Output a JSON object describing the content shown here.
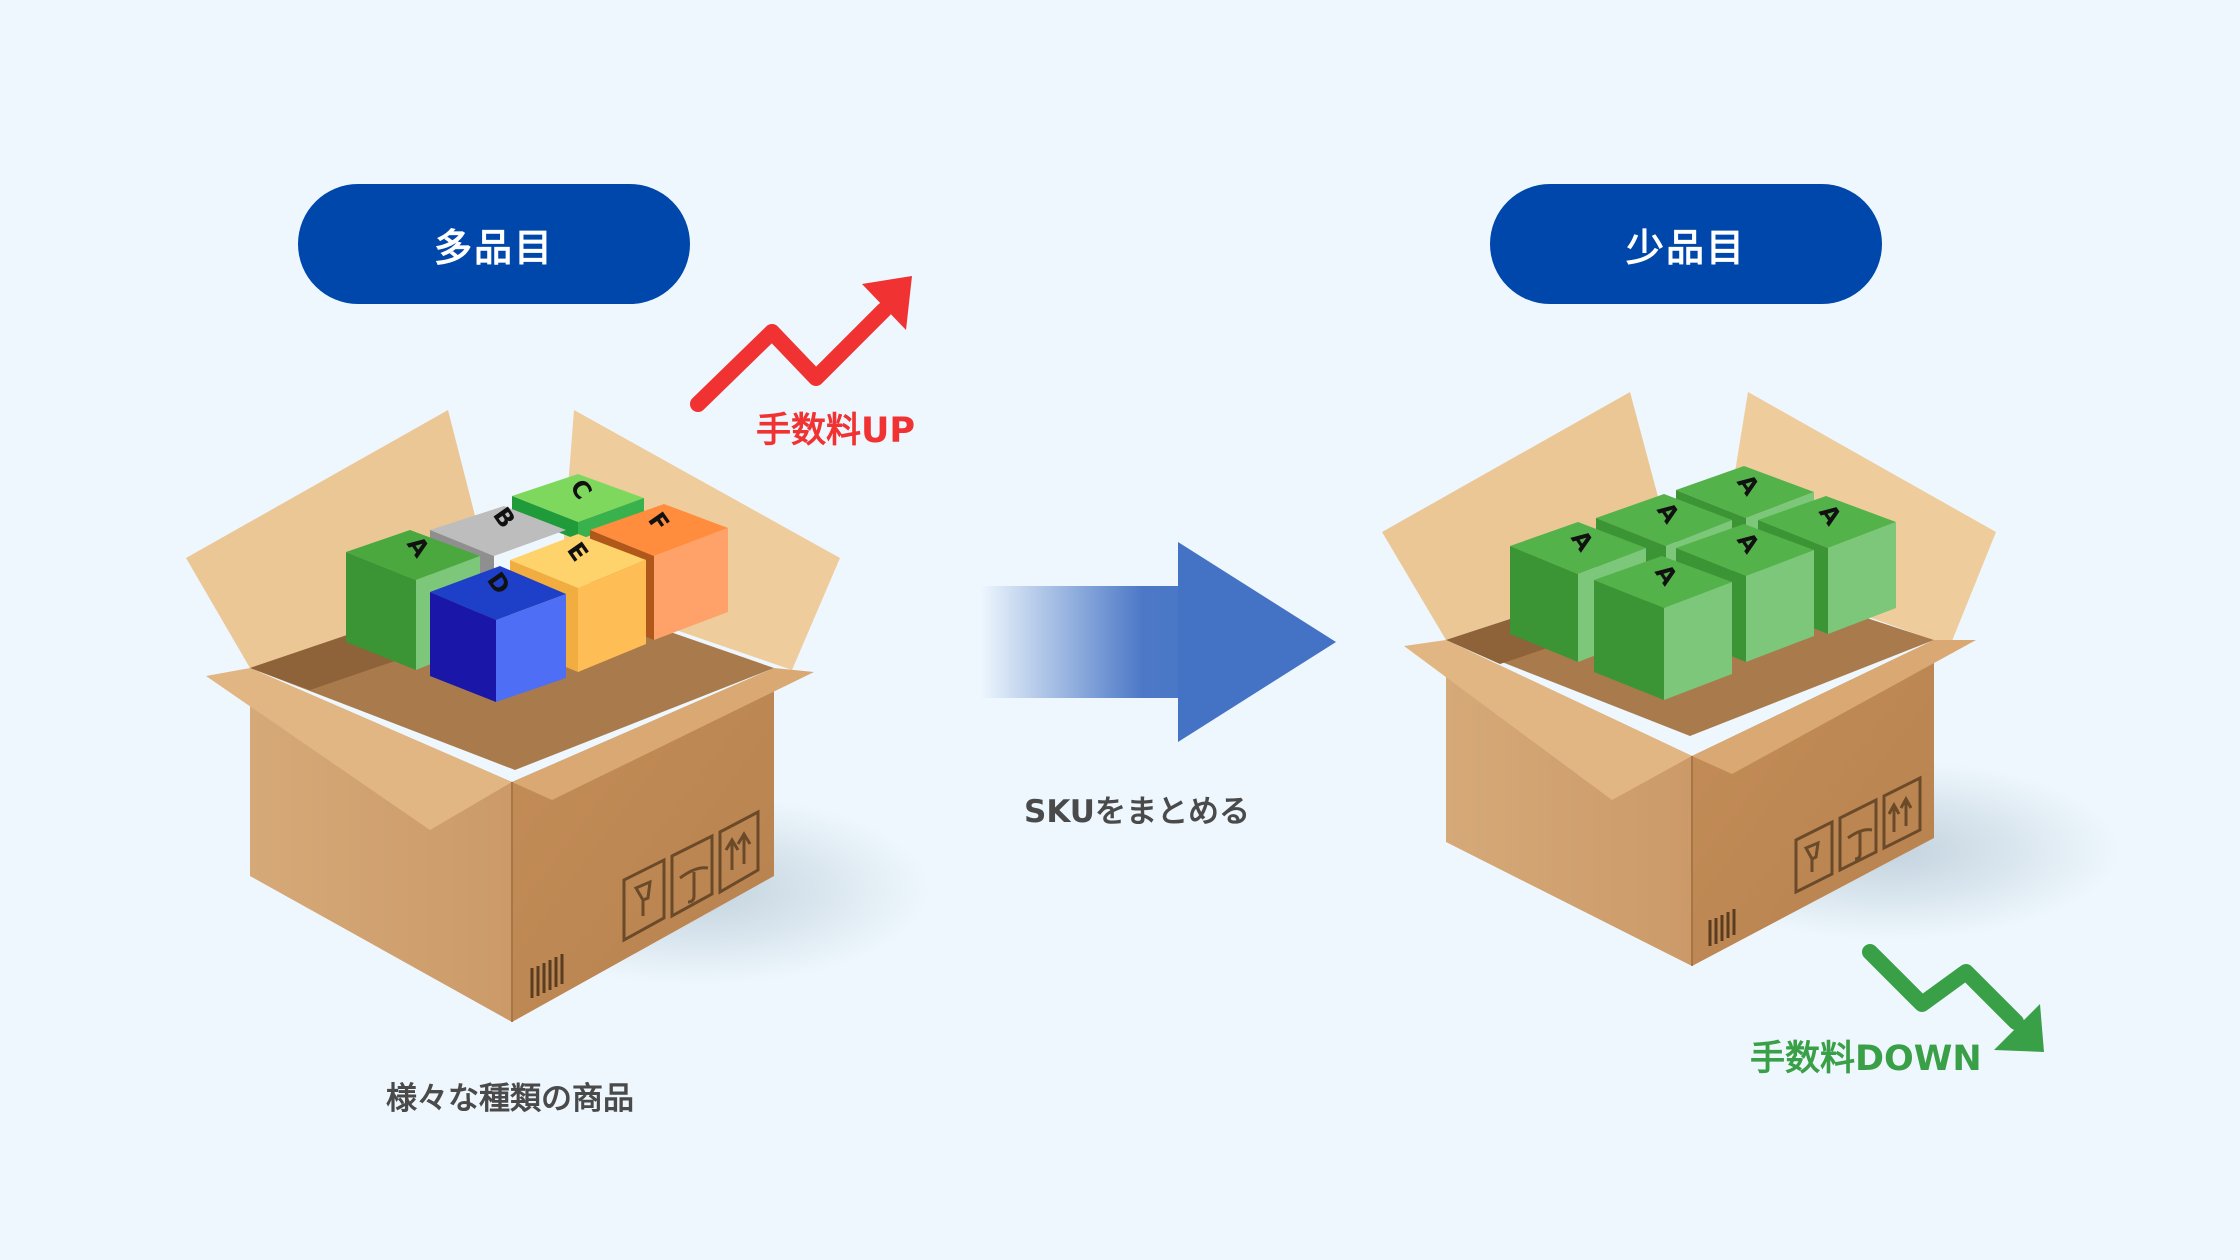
{
  "labels": {
    "left_badge": "多品目",
    "right_badge": "少品目",
    "fee_up": "手数料UP",
    "fee_down": "手数料DOWN",
    "left_caption": "様々な種類の商品",
    "arrow_caption": "SKUをまとめる"
  },
  "left_box_cubes": [
    "A",
    "B",
    "C",
    "D",
    "E",
    "F"
  ],
  "right_box_cubes": [
    "A",
    "A",
    "A",
    "A",
    "A",
    "A"
  ],
  "colors": {
    "badge": "#0047ab",
    "fee_up": "#f03232",
    "fee_down": "#3aa047",
    "transfer_arrow": "#4472c4"
  }
}
